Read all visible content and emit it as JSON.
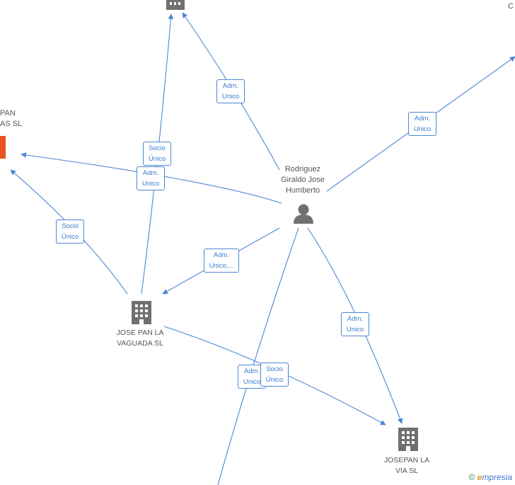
{
  "nodes": {
    "top_company": {
      "name": ""
    },
    "left_company": {
      "name_line1": "PAN",
      "name_line2": "AS  SL"
    },
    "person": {
      "name_line1": "Rodriguez",
      "name_line2": "Giraldo Jose",
      "name_line3": "Humberto"
    },
    "jose_pan_vaguada": {
      "name_line1": "JOSE PAN LA",
      "name_line2": "VAGUADA  SL"
    },
    "josepan_via": {
      "name_line1": "JOSEPAN LA",
      "name_line2": "VIA  SL"
    },
    "top_right_partial": {
      "name": "C"
    }
  },
  "edges": [
    {
      "id": "e1",
      "line1": "Adm.",
      "line2": "Unico"
    },
    {
      "id": "e2",
      "line1": "Adm.",
      "line2": "Unico"
    },
    {
      "id": "e3",
      "line1": "Socio",
      "line2": "Único"
    },
    {
      "id": "e4",
      "line1": "Adm.",
      "line2": "Unico"
    },
    {
      "id": "e5",
      "line1": "Socio",
      "line2": "Único"
    },
    {
      "id": "e6",
      "line1": "Adm.",
      "line2": "Unico,..."
    },
    {
      "id": "e7",
      "line1": "Adm.",
      "line2": "Unico"
    },
    {
      "id": "e8",
      "line1": "Adm.",
      "line2": "Unico"
    },
    {
      "id": "e9",
      "line1": "Socio",
      "line2": "Único"
    }
  ],
  "credit": {
    "symbol": "©",
    "brand_initial": "e",
    "brand_rest": "mpresia"
  },
  "colors": {
    "edge": "#4a86d4",
    "node_icon": "#707070",
    "highlight": "#e8541e"
  }
}
